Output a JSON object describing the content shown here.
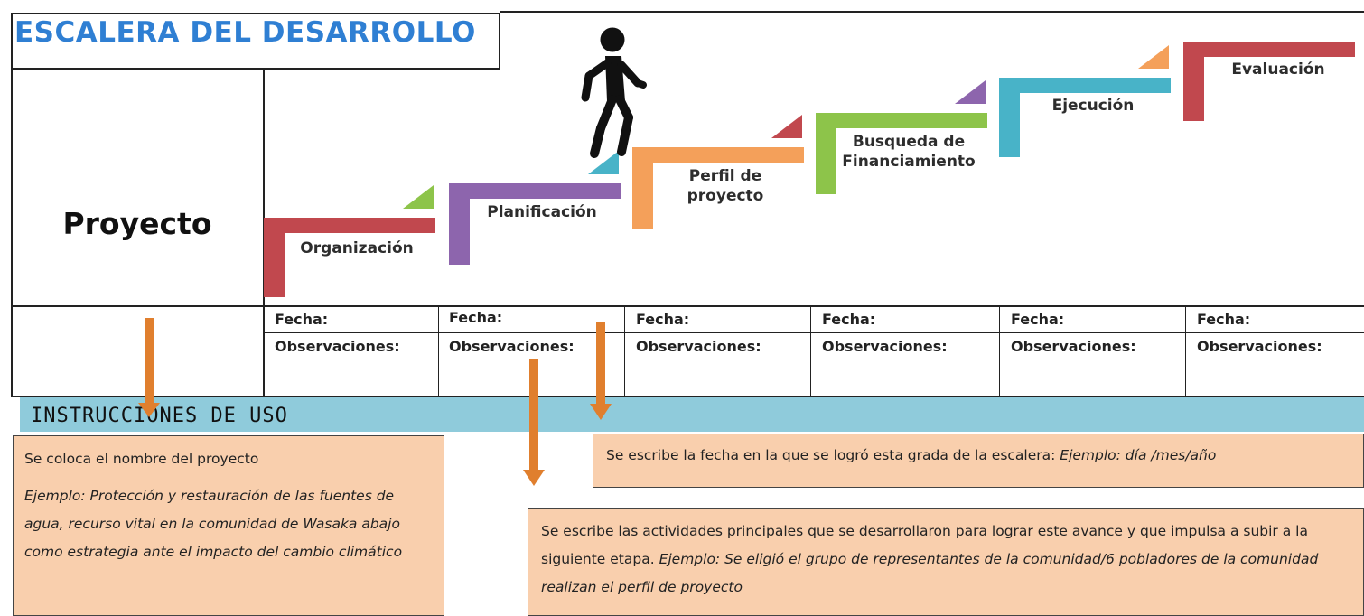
{
  "title": "ESCALERA DEL DESARROLLO",
  "project_label": "Proyecto",
  "steps": [
    {
      "label": "Organización",
      "color": "#c1484e",
      "tri_color": "#8dc44a"
    },
    {
      "label": "Planificación",
      "color": "#8d65ad",
      "tri_color": "#48b3c8"
    },
    {
      "label": "Perfil de\nproyecto",
      "color": "#f4a05a",
      "tri_color": "#c1484e"
    },
    {
      "label": "Busqueda de\nFinanciamiento",
      "color": "#8dc44a",
      "tri_color": "#8d65ad"
    },
    {
      "label": "Ejecución",
      "color": "#48b3c8",
      "tri_color": "#f4a05a"
    },
    {
      "label": "Evaluación",
      "color": "#c1484e",
      "tri_color": ""
    }
  ],
  "table": {
    "fecha_label": "Fecha:",
    "obs_label": "Observaciones:"
  },
  "instructions": {
    "heading": "INSTRUCCIONES DE USO",
    "project_note": "Se coloca  el nombre del proyecto",
    "project_example": "Ejemplo: Protección  y restauración  de las fuentes de agua,  recurso vital en la comunidad de Wasaka abajo como estrategia  ante el impacto del cambio climático",
    "date_note": "Se escribe la  fecha en la que se logró esta grada de la escalera: ",
    "date_example": "Ejemplo: día  /mes/año",
    "obs_note": "Se escribe las actividades principales  que se desarrollaron para lograr este avance y que  impulsa a subir a la siguiente  etapa. ",
    "obs_example": "Ejemplo: Se eligió  el grupo de representantes  de la comunidad/6 pobladores  de la comunidad realizan  el perfil de proyecto"
  },
  "colors": {
    "title": "#2f7fd3",
    "instruction_bar": "#8fcbdb",
    "note_bg": "#f9cfad",
    "arrow": "#e07f2e"
  }
}
